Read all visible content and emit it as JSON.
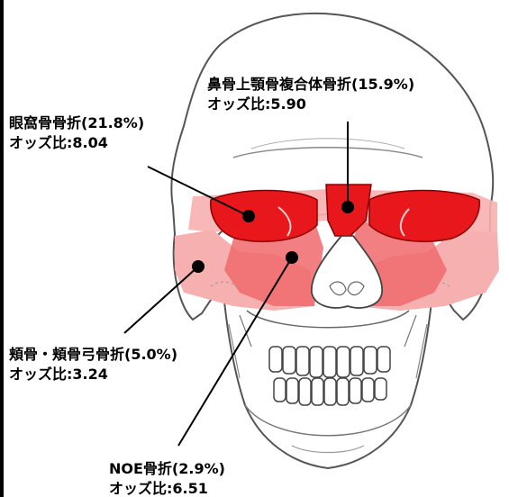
{
  "labels": {
    "nasomaxillary": {
      "name": "鼻骨上顎骨複合体骨折(15.9%)",
      "odds": "オッズ比:5.90"
    },
    "orbital": {
      "name": "眼窩骨骨折(21.8%)",
      "odds": "オッズ比:8.04"
    },
    "zygomatic": {
      "name": "頬骨・頬骨弓骨折(5.0%)",
      "odds": "オッズ比:3.24"
    },
    "noe": {
      "name": "NOE骨折(2.9%)",
      "odds": "オッズ比:6.51"
    }
  },
  "colors": {
    "dark_red": "#e8171c",
    "mid_red": "#f06a6c",
    "light_red": "#f7b0b0",
    "bone_line": "#555555",
    "pointer": "#000000"
  }
}
